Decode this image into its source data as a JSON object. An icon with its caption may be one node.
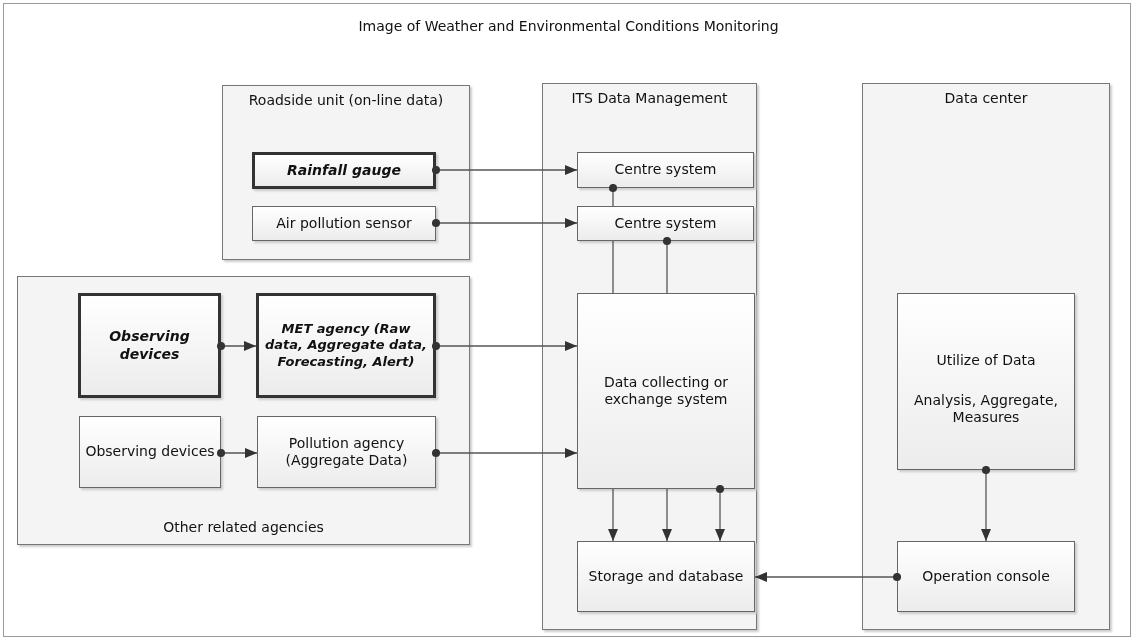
{
  "diagram": {
    "title": "Image of Weather and Environmental Conditions Monitoring",
    "nodes": [
      {
        "text": [
          "Roadside unit (on-line data)"
        ]
      },
      {
        "text": [
          "Rainfall gauge"
        ],
        "in": 0
      },
      {
        "text": [
          "Air pollution sensor"
        ],
        "in": 0
      },
      {
        "text": [
          "ITS Data Management"
        ]
      },
      {
        "text": [
          "Centre system"
        ],
        "in": 3
      },
      {
        "text": [
          "Centre system"
        ],
        "in": 3
      },
      {
        "text": [
          "Data collecting or exchange system"
        ],
        "in": 3
      },
      {
        "text": [
          "Storage and database"
        ],
        "in": 3
      },
      {
        "text": [
          "Data center"
        ]
      },
      {
        "text": [
          "Utilize of Data",
          "Analysis, Aggregate, Measures"
        ],
        "in": 8
      },
      {
        "text": [
          "Operation console"
        ],
        "in": 8
      },
      {
        "text": [
          "Other related agencies"
        ]
      },
      {
        "text": [
          "Observing devices"
        ],
        "in": 11
      },
      {
        "text": [
          "MET agency (Raw data, Aggregate data, Forecasting, Alert)"
        ],
        "in": 11
      },
      {
        "text": [
          "Observing devices"
        ],
        "in": 11
      },
      {
        "text": [
          "Pollution agency (Aggregate Data)"
        ],
        "in": 11
      }
    ],
    "edges": [
      {
        "from": 1,
        "to": 4,
        "arrow": "to"
      },
      {
        "from": 2,
        "to": 5,
        "arrow": "to"
      },
      {
        "from": 4,
        "to": 5,
        "arrow": "other"
      },
      {
        "from": 5,
        "to": 6,
        "arrow": "none"
      },
      {
        "from": 5,
        "to": 6,
        "arrow": "other"
      },
      {
        "from": 12,
        "to": 13,
        "arrow": "to"
      },
      {
        "from": 13,
        "to": 6,
        "arrow": "to"
      },
      {
        "from": 14,
        "to": 15,
        "arrow": "to"
      },
      {
        "from": 15,
        "to": 6,
        "arrow": "to"
      },
      {
        "from": 6,
        "to": 7,
        "arrow": "to"
      },
      {
        "from": 6,
        "to": 7,
        "arrow": "to"
      },
      {
        "from": 6,
        "to": 7,
        "arrow": "to"
      },
      {
        "from": 9,
        "to": 10,
        "arrow": "to"
      },
      {
        "from": 10,
        "to": 7,
        "arrow": "to"
      }
    ]
  }
}
